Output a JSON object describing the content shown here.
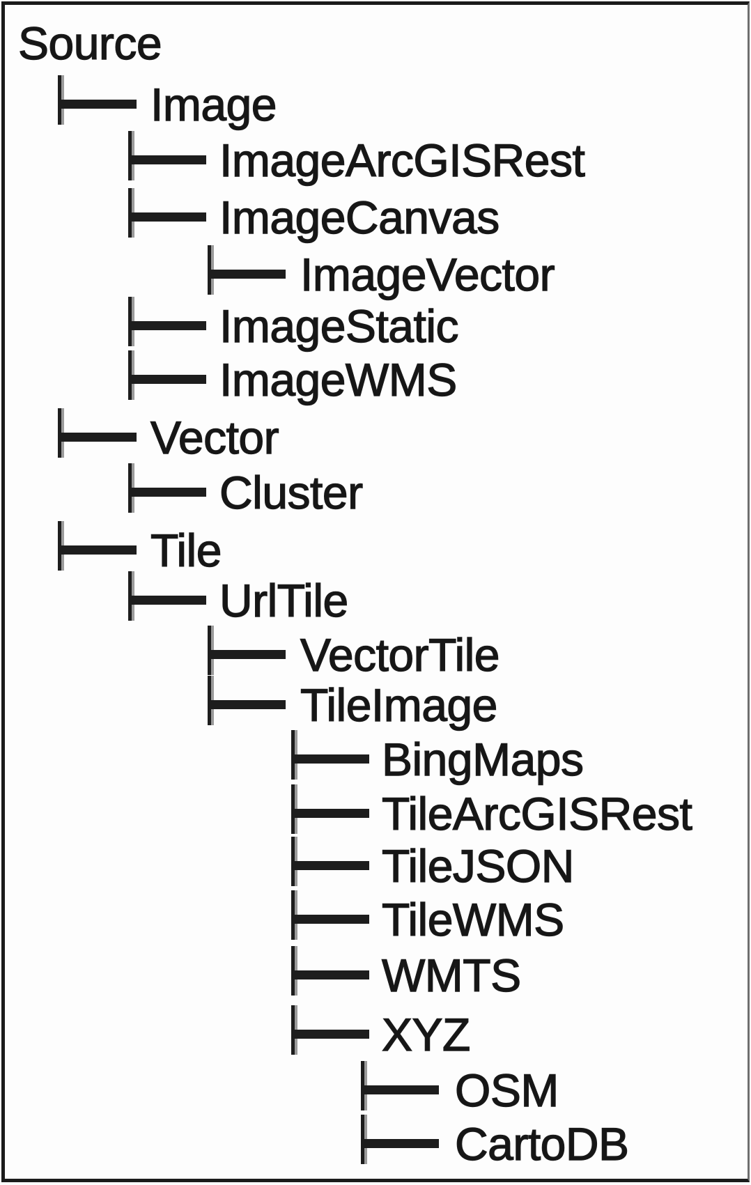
{
  "figure": {
    "type": "tree",
    "root": "Source",
    "colors": {
      "background": "#fdfdfd",
      "line": "#1d1d1d",
      "line_shadow": "#9b9b9b",
      "text": "#161616",
      "border": "#1b1b1b"
    }
  },
  "tree": {
    "nodes": [
      {
        "label": "Source",
        "level": 0,
        "parent": null
      },
      {
        "label": "Image",
        "level": 1,
        "parent": "Source"
      },
      {
        "label": "ImageArcGISRest",
        "level": 2,
        "parent": "Image"
      },
      {
        "label": "ImageCanvas",
        "level": 2,
        "parent": "Image"
      },
      {
        "label": "ImageVector",
        "level": 3,
        "parent": "ImageCanvas"
      },
      {
        "label": "ImageStatic",
        "level": 2,
        "parent": "Image"
      },
      {
        "label": "ImageWMS",
        "level": 2,
        "parent": "Image"
      },
      {
        "label": "Vector",
        "level": 1,
        "parent": "Source"
      },
      {
        "label": "Cluster",
        "level": 2,
        "parent": "Vector"
      },
      {
        "label": "Tile",
        "level": 1,
        "parent": "Source"
      },
      {
        "label": "UrlTile",
        "level": 2,
        "parent": "Tile"
      },
      {
        "label": "VectorTile",
        "level": 3,
        "parent": "UrlTile"
      },
      {
        "label": "TileImage",
        "level": 3,
        "parent": "UrlTile"
      },
      {
        "label": "BingMaps",
        "level": 4,
        "parent": "TileImage"
      },
      {
        "label": "TileArcGISRest",
        "level": 4,
        "parent": "TileImage"
      },
      {
        "label": "TileJSON",
        "level": 4,
        "parent": "TileImage"
      },
      {
        "label": "TileWMS",
        "level": 4,
        "parent": "TileImage"
      },
      {
        "label": "WMTS",
        "level": 4,
        "parent": "TileImage"
      },
      {
        "label": "XYZ",
        "level": 4,
        "parent": "TileImage"
      },
      {
        "label": "OSM",
        "level": 5,
        "parent": "XYZ"
      },
      {
        "label": "CartoDB",
        "level": 5,
        "parent": "XYZ"
      }
    ]
  }
}
